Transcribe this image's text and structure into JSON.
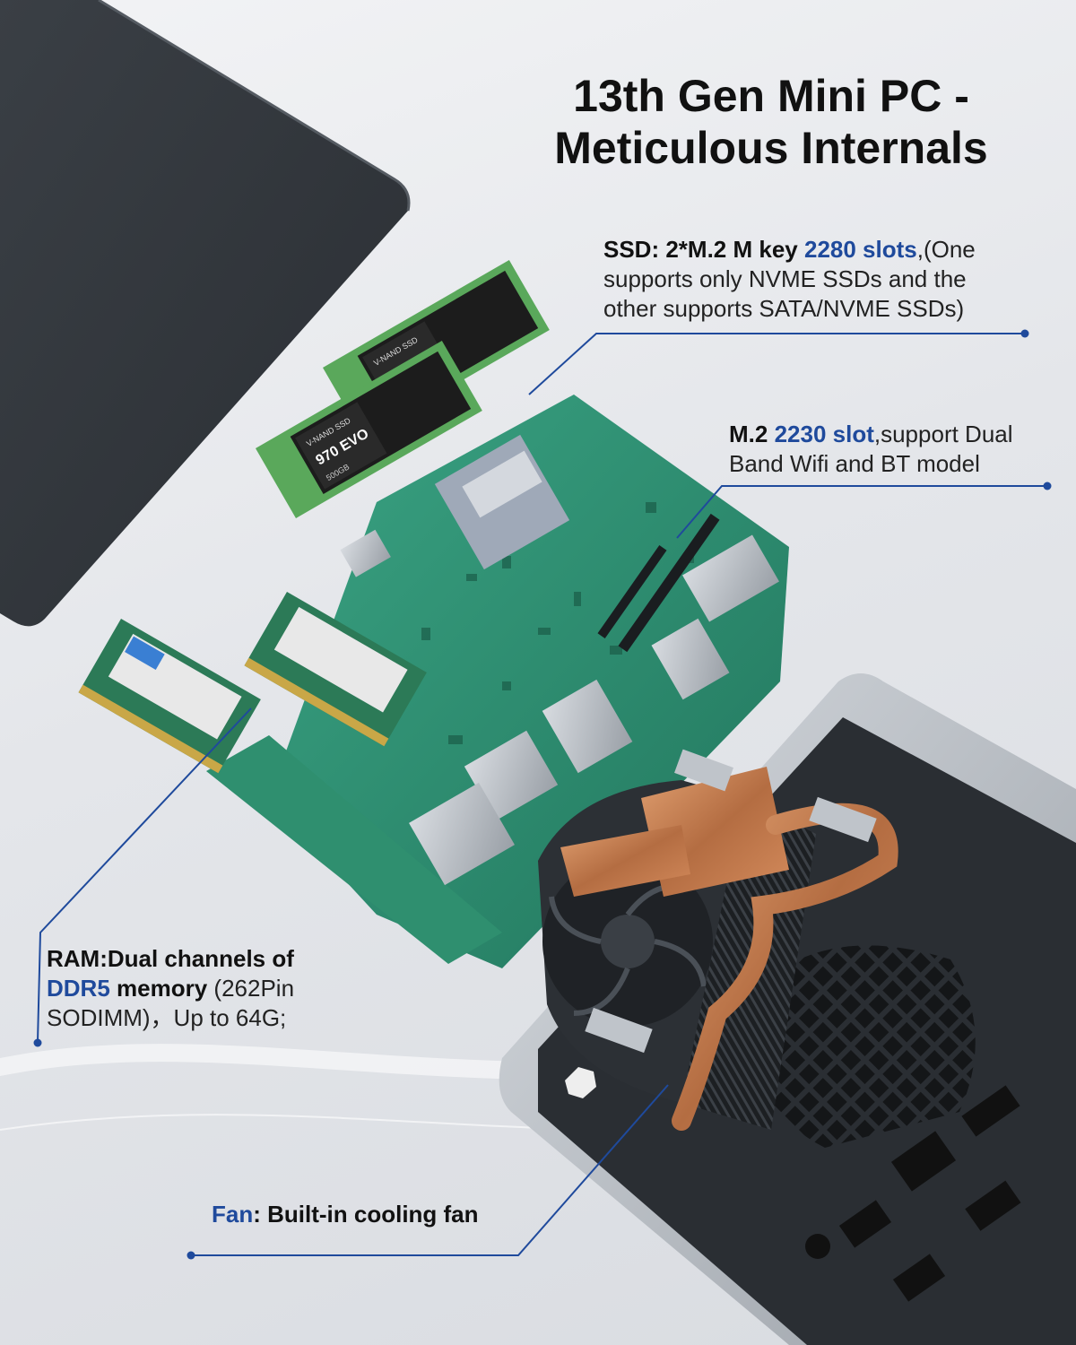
{
  "title": {
    "line1": "13th Gen Mini PC -",
    "line2": "Meticulous Internals"
  },
  "callouts": {
    "ssd": {
      "bold": "SSD: 2*M.2 M key ",
      "highlight": "2280 slots",
      "rest_line1": ",(One",
      "line2": "supports only NVME SSDs and the",
      "line3": "other supports SATA/NVME SSDs)"
    },
    "wifi": {
      "bold": "M.2 ",
      "highlight": "2230 slot",
      "rest_line1": ",support Dual",
      "line2": "Band Wifi and BT model"
    },
    "ram": {
      "bold_line1": "RAM:Dual channels of",
      "highlight": "DDR5",
      "bold2": " memory",
      "rest_line2": " (262Pin",
      "line3": "SODIMM)，Up to 64G;"
    },
    "fan": {
      "highlight": "Fan",
      "bold": ": Built-in cooling fan"
    }
  },
  "ssd_labels": {
    "brand": "970 EVO",
    "type": "V-NAND SSD",
    "capacity": "500GB"
  },
  "colors": {
    "accent": "#1f4a9c",
    "pcb": "#2e8f72",
    "chassis_dark": "#2f3338",
    "chassis_silver": "#b9bec4"
  }
}
